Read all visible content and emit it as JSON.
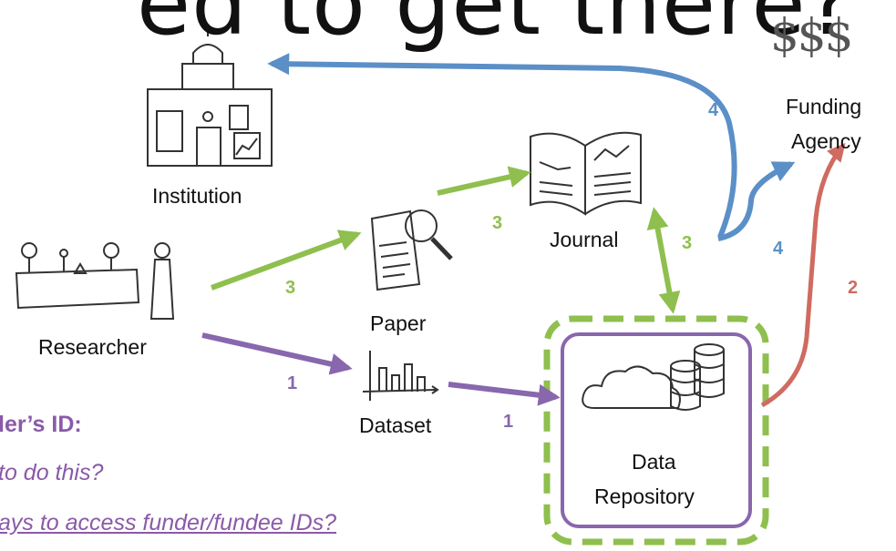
{
  "header": {
    "title_fragment": "ed to get there?"
  },
  "funding": {
    "symbol": "$$$"
  },
  "nodes": {
    "funding_agency": {
      "line1": "Funding",
      "line2": "Agency"
    },
    "institution": "Institution",
    "journal": "Journal",
    "paper": "Paper",
    "researcher": "Researcher",
    "dataset": "Dataset",
    "data_repository": {
      "line1": "Data",
      "line2": "Repository"
    }
  },
  "step_numbers": {
    "blue_institution": "4",
    "blue_funder": "4",
    "green_paper_journal": "3",
    "green_researcher_paper": "3",
    "green_journal_repo": "3",
    "red_repo_funder": "2",
    "purple_researcher_dataset": "1",
    "purple_dataset_repo": "1"
  },
  "side_panel": {
    "heading": "ler’s ID:",
    "line1": "to do this?",
    "line2": "ays to access funder/fundee IDs?"
  },
  "colors": {
    "blue": "#5b8fc7",
    "green": "#8fbf4e",
    "red": "#cf6b60",
    "purple": "#8867ad",
    "sketch": "#333333"
  }
}
